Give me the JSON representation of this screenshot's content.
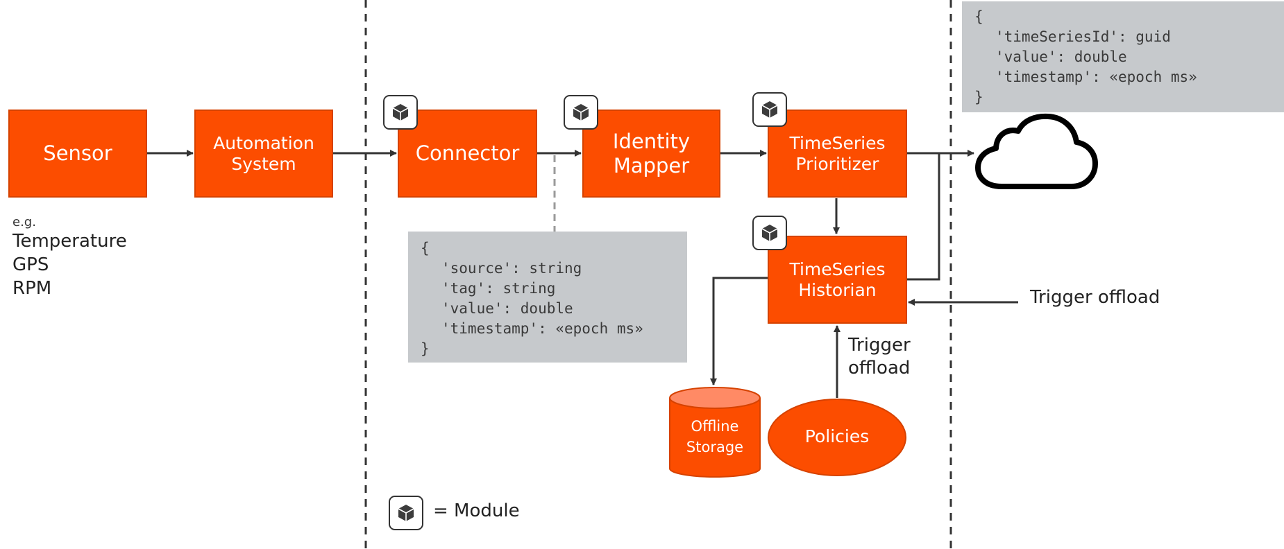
{
  "nodes": {
    "sensor": "Sensor",
    "automation": "Automation\nSystem",
    "connector": "Connector",
    "identity_mapper": "Identity\nMapper",
    "prioritizer": "TimeSeries\nPrioritizer",
    "historian": "TimeSeries\nHistorian",
    "offline_storage": "Offline\nStorage",
    "policies": "Policies"
  },
  "sensor_examples": {
    "prefix": "e.g.",
    "items": [
      "Temperature",
      "GPS",
      "RPM"
    ]
  },
  "connector_schema": [
    "{",
    "'source': string",
    "'tag': string",
    "'value': double",
    "'timestamp': «epoch ms»",
    "}"
  ],
  "cloud_schema": [
    "{",
    "'timeSeriesId': guid",
    "'value': double",
    "'timestamp': «epoch ms»",
    "}"
  ],
  "labels": {
    "trigger_offload_right": "Trigger offload",
    "trigger_offload_policies": "Trigger\noffload"
  },
  "legend": {
    "text": "= Module"
  },
  "colors": {
    "node_fill": "#fc4d00",
    "node_border": "#d64200",
    "storage_top": "#ff8a65",
    "code_bg": "#c6c9cc",
    "line": "#333333"
  },
  "icons": {
    "module": "cube-icon",
    "cloud": "cloud-icon"
  }
}
